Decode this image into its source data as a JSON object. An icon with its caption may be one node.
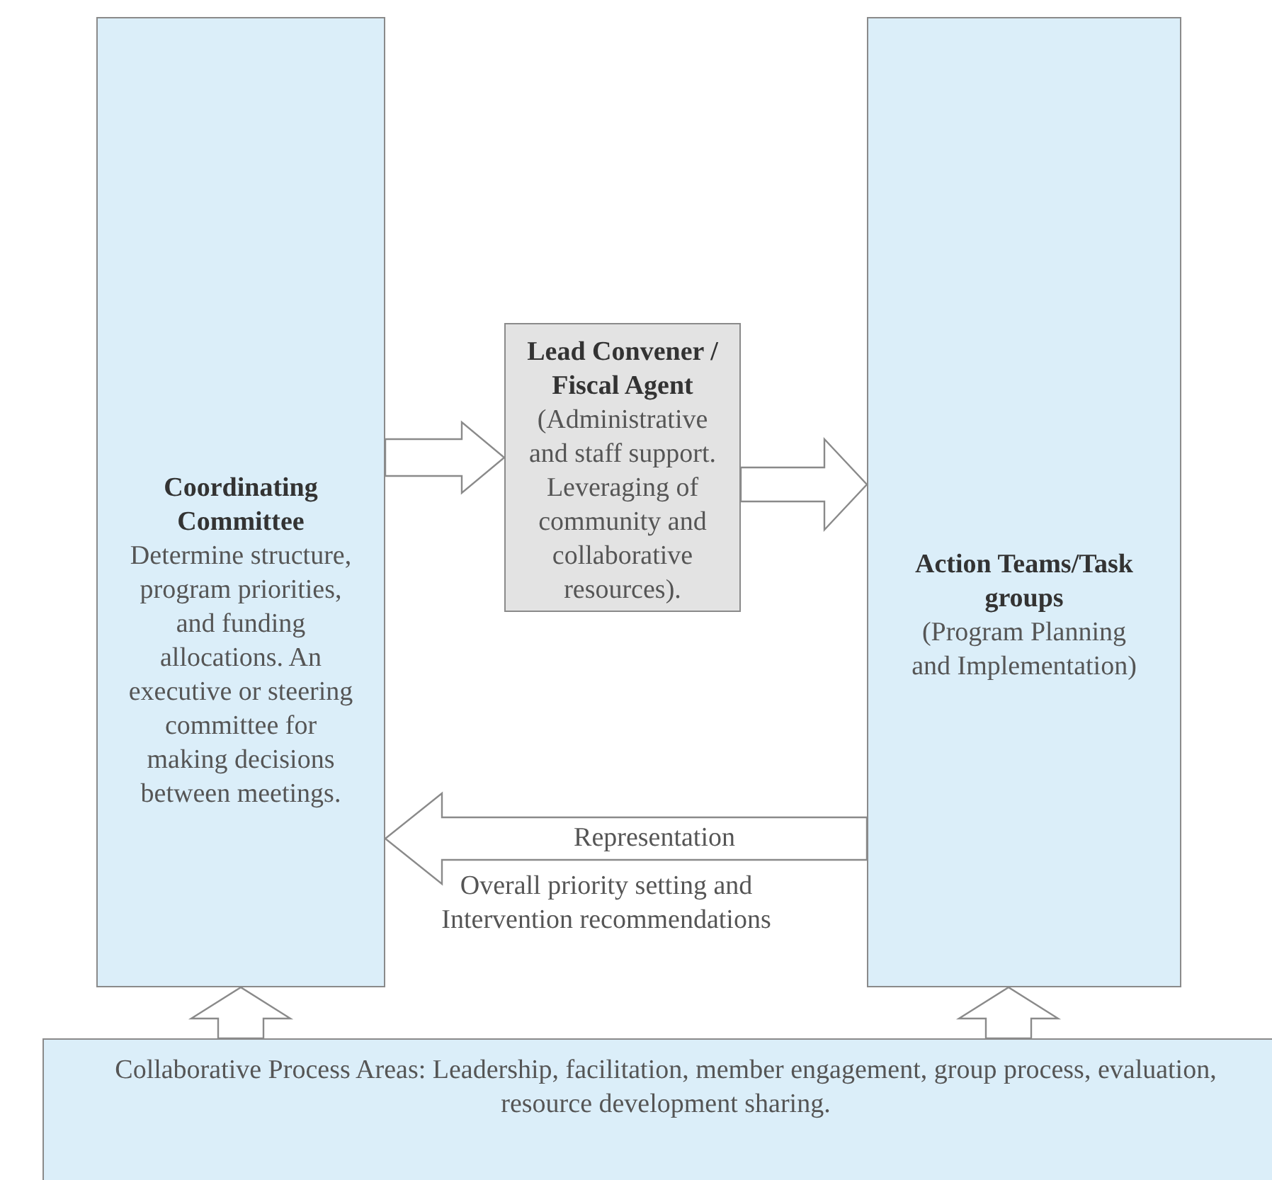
{
  "diagram": {
    "nodes": [
      {
        "text": [
          "Coordinating Committee",
          "Determine structure, program priorities, and funding allocations. An executive or steering committee for making decisions between meetings."
        ]
      },
      {
        "text": [
          "Lead Convener / Fiscal Agent",
          "(Administrative and staff support. Leveraging of community and collaborative resources)."
        ]
      },
      {
        "text": [
          "Action Teams/Task groups",
          "(Program Planning and Implementation)"
        ]
      },
      {
        "text": [
          "Collaborative Process Areas: Leadership, facilitation, member engagement, group process, evaluation, resource development sharing."
        ]
      }
    ],
    "edges": [
      {
        "from": 0,
        "to": 1,
        "arrow": "to"
      },
      {
        "from": 1,
        "to": 2,
        "arrow": "to"
      },
      {
        "from": 2,
        "to": 0,
        "arrow": "to",
        "label": "Representation"
      },
      {
        "from": 3,
        "to": 0,
        "arrow": "to"
      },
      {
        "from": 3,
        "to": 2,
        "arrow": "to"
      }
    ],
    "labels": [
      "Overall priority setting and Intervention recommendations"
    ]
  }
}
